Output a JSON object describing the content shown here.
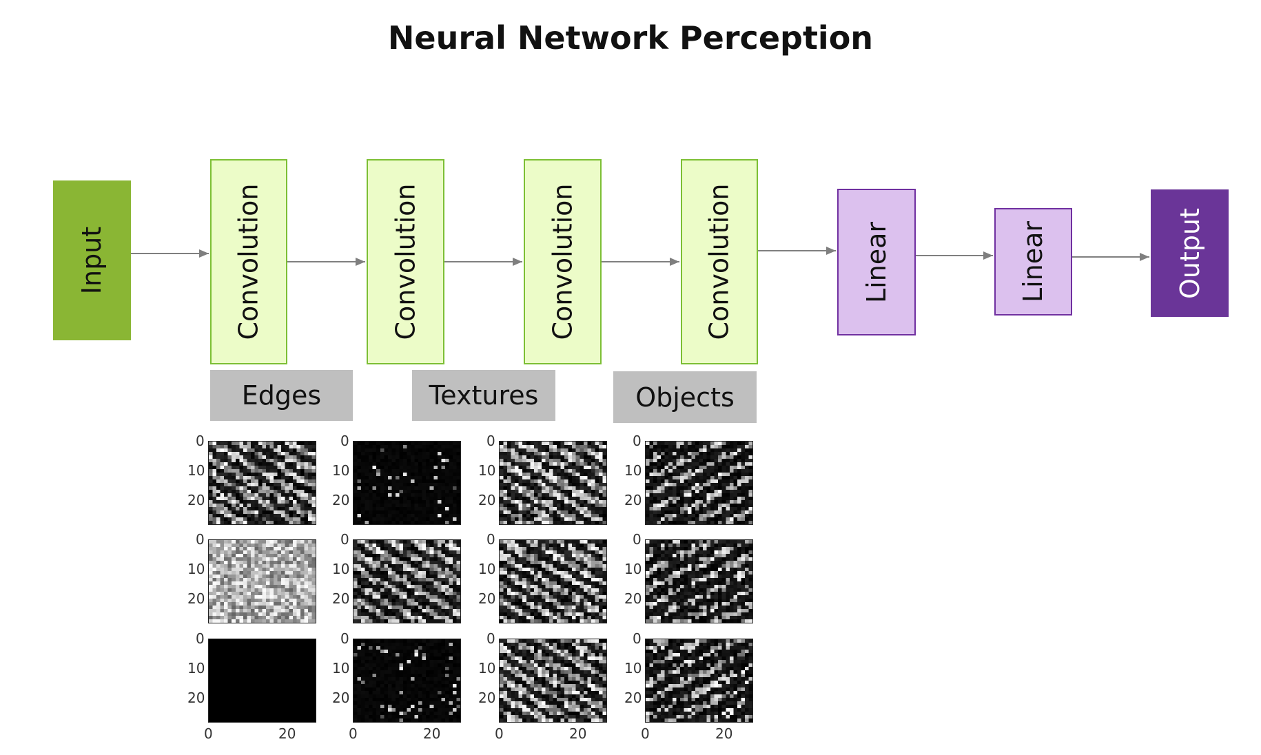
{
  "title": "Neural Network Perception",
  "colors": {
    "input": "#8ab634",
    "conv_fill": "#ecfcc8",
    "conv_border": "#7cbf34",
    "linear_fill": "#dcc1ee",
    "linear_border": "#7030a0",
    "output": "#6a3598",
    "section_fill": "#bfbfbf",
    "arrow": "#7f7f7f"
  },
  "layers": [
    {
      "label": "Input",
      "kind": "input"
    },
    {
      "label": "Convolution",
      "kind": "conv"
    },
    {
      "label": "Convolution",
      "kind": "conv"
    },
    {
      "label": "Convolution",
      "kind": "conv"
    },
    {
      "label": "Convolution",
      "kind": "conv"
    },
    {
      "label": "Linear",
      "kind": "linear"
    },
    {
      "label": "Linear",
      "kind": "linear"
    },
    {
      "label": "Output",
      "kind": "output"
    }
  ],
  "sections": [
    "Edges",
    "Textures",
    "Objects"
  ],
  "feature_maps": {
    "y_ticks": [
      "0",
      "10",
      "20"
    ],
    "x_ticks": [
      "0",
      "20"
    ],
    "grid": [
      [
        "texture",
        "dark",
        "texture",
        "sparse"
      ],
      [
        "bright",
        "texture",
        "texture",
        "sparse"
      ],
      [
        "black",
        "dark",
        "texture",
        "sparse"
      ]
    ]
  }
}
